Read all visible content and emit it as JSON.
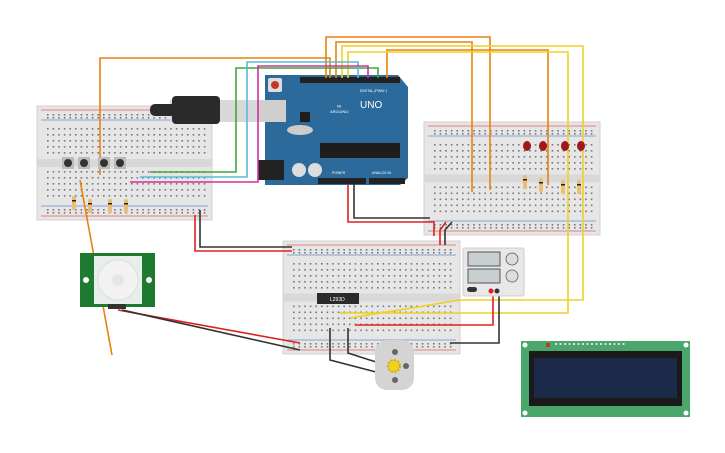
{
  "arduino": {
    "model": "UNO",
    "brand": "ARDUINO",
    "digital_label": "DIGITAL (PWM~)",
    "power_label": "POWER",
    "analog_label": "ANALOG IN",
    "color": "#2b6a9a"
  },
  "driver_chip": {
    "label": "L293D"
  },
  "lcd": {
    "screen_color": "#1c2a4a",
    "board_color": "#4aa66a"
  },
  "pir": {
    "board_color": "#1e7a2e"
  },
  "wire_colors": {
    "red": "#e02020",
    "black": "#333333",
    "orange": "#e8820e",
    "yellow": "#f0d020",
    "green": "#3aa83a",
    "cyan": "#5ab8d8",
    "magenta": "#d0309a",
    "blue": "#2a8ad0"
  }
}
